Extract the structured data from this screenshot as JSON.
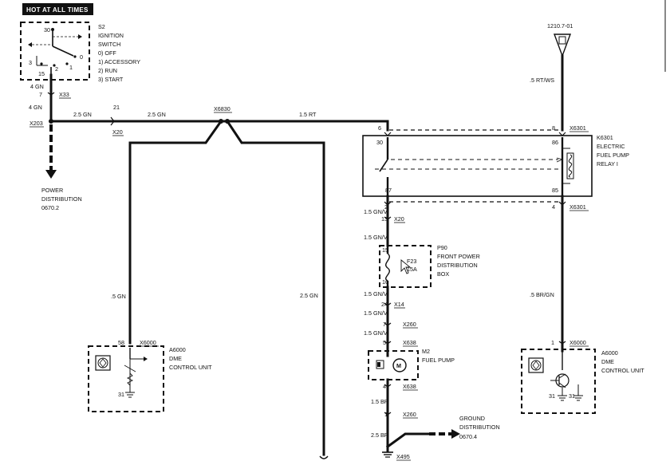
{
  "banner": "HOT AT ALL TIMES",
  "ignition_switch": {
    "id": "S2",
    "name_line1": "IGNITION",
    "name_line2": "SWITCH",
    "positions": [
      "0)   OFF",
      "1)   ACCESSORY",
      "2)   RUN",
      "3)   START"
    ],
    "terminal_30": "30",
    "terminal_15": "15",
    "pos_0": "0",
    "pos_1": "1",
    "pos_2": "2",
    "pos_3": "3"
  },
  "top_reference": "1210.7-01",
  "top_wire": ".5 RT/WS",
  "wires": {
    "w4gn_a": "4 GN",
    "w4gn_b": "4 GN",
    "w25gn_a": "2.5 GN",
    "w25gn_b": "2.5 GN",
    "w15rt": "1.5 RT",
    "w5gn": ".5 GN",
    "w25gn_right": "2.5 GN",
    "w15gnvi_1": "1.5 GN/VI",
    "w15gnvi_2": "1.5 GN/VI",
    "w15gnvi_3": "1.5 GN/VI",
    "w15gnvi_4": "1.5 GN/VI",
    "w15br": "1.5 BR",
    "w25br": "2.5 BR",
    "w5brgn": ".5 BR/GN"
  },
  "connectors": {
    "x33": "X33",
    "x33_pin": "7",
    "x203": "X203",
    "x20_top": "X20",
    "x20_top_pin": "21",
    "x6830": "X6830",
    "x6301_top": "X6301",
    "x6301_top_pin_l": "6",
    "x6301_top_pin_r": "8",
    "x6301_bot": "X6301",
    "x6301_bot_pin_l": "2",
    "x6301_bot_pin_r": "4",
    "x20_mid": "X20",
    "x20_mid_pin": "13",
    "x14": "X14",
    "x14_pin": "24",
    "x260_a": "X260",
    "x260_a_pin": "7",
    "x638_a": "X638",
    "x638_a_pin": "5",
    "x638_b": "X638",
    "x638_b_pin": "4",
    "x260_b": "X260",
    "x260_b_pin": "1",
    "x6000_l": "X6000",
    "x6000_l_pin": "58",
    "x6000_r": "X6000",
    "x6000_r_pin": "1",
    "x495": "X495"
  },
  "relay": {
    "id": "K6301",
    "line1": "ELECTRIC",
    "line2": "FUEL PUMP",
    "line3": "RELAY I",
    "pin30": "30",
    "pin86": "86",
    "pin87": "87",
    "pin85": "85"
  },
  "fuse_box": {
    "id": "P90",
    "line1": "FRONT POWER",
    "line2": "DISTRIBUTION",
    "line3": "BOX",
    "fuse": "F23",
    "rating": "15A",
    "pin_top": "15",
    "pin_bot": "16"
  },
  "fuel_pump": {
    "id": "M2",
    "name": "FUEL PUMP",
    "symbol": "M"
  },
  "dme_left": {
    "id": "A6000",
    "line1": "DME",
    "line2": "CONTROL UNIT",
    "pin": "31"
  },
  "dme_right": {
    "id": "A6000",
    "line1": "DME",
    "line2": "CONTROL UNIT",
    "pin_a": "31",
    "pin_b": "31"
  },
  "power_dist": {
    "line1": "POWER",
    "line2": "DISTRIBUTION",
    "ref": "0670.2"
  },
  "ground_dist": {
    "line1": "GROUND",
    "line2": "DISTRIBUTION",
    "ref": "0670.4"
  }
}
